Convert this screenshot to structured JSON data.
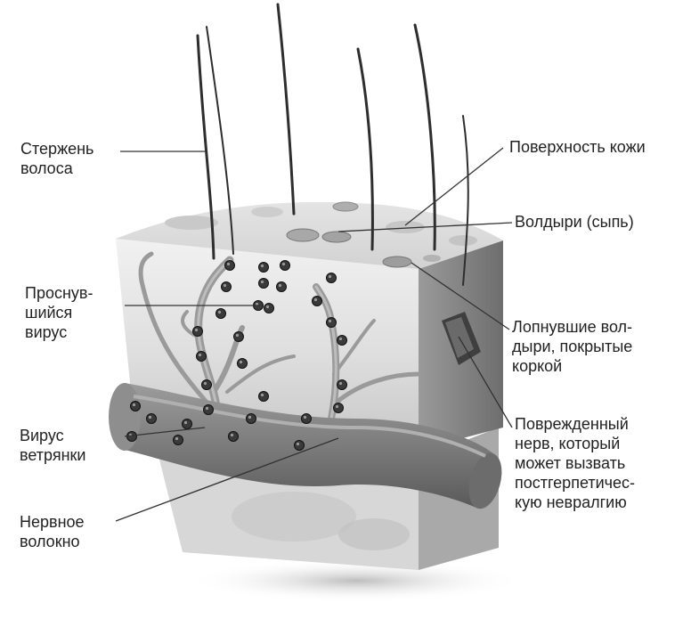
{
  "colors": {
    "ink": "#222222",
    "tissue_light": "#ececec",
    "tissue_mid": "#c9c9c9",
    "tissue_dark": "#8a8a8a",
    "nerve": "#7a7a7a",
    "virus": "#3a3a3a"
  },
  "labels": {
    "hair_shaft": "Стержень\nволоса",
    "skin_surface": "Поверхность кожи",
    "blisters": "Волдыри (сыпь)",
    "awakened_virus": "Проснув-\nшийся\nвирус",
    "burst_blisters": "Лопнувшие вол-\nдыри, покрытые\nкоркой",
    "chickenpox_virus": "Вирус\nветрянки",
    "damaged_nerve": "Поврежденный\nнерв, который\nможет вызвать\nпостгерпетичес-\nкую невралгию",
    "nerve_fiber": "Нервное\nволокно"
  }
}
